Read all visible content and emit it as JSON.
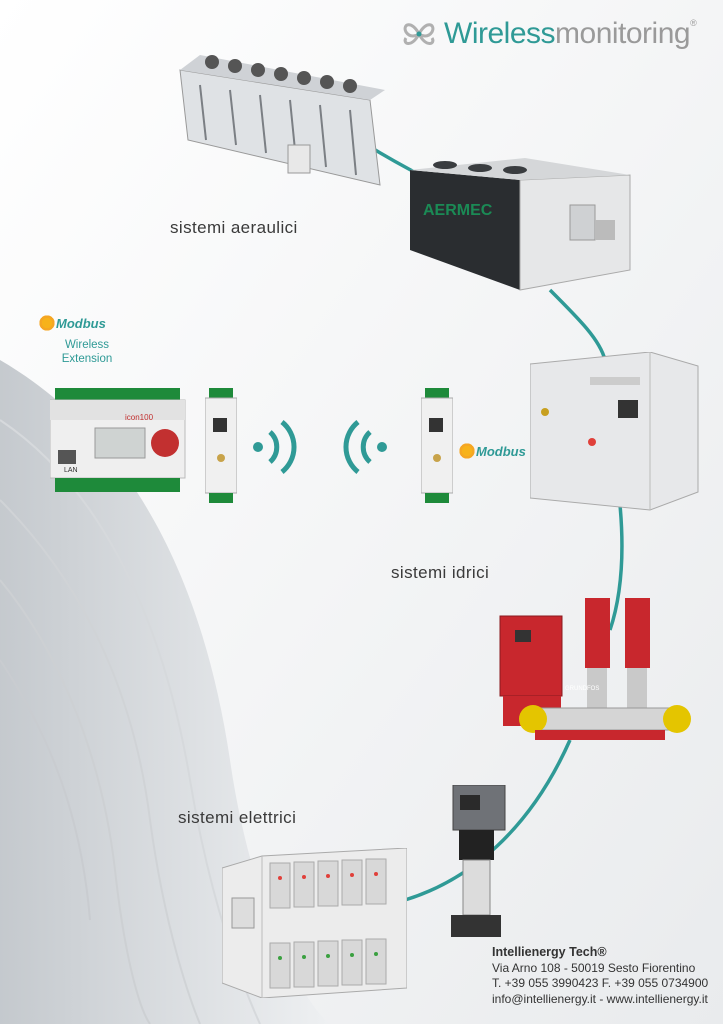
{
  "brand": {
    "word1": "Wireless",
    "word2": "monitoring",
    "reg": "®"
  },
  "captions": {
    "aeraulici": "sistemi aeraulici",
    "idrici": "sistemi idrici",
    "elettrici": "sistemi elettrici"
  },
  "modbus_extension": {
    "logo": "Modbus",
    "line1": "Wireless",
    "line2": "Extension"
  },
  "modbus_right": {
    "logo": "Modbus"
  },
  "device": {
    "brand": "icon100",
    "lan_label": "LAN"
  },
  "products": {
    "chiller_brand": "AERMEC",
    "pump_brand": "GRUNDFOS"
  },
  "company": {
    "name": "Intellienergy Tech®",
    "address": "Via Arno 108 - 50019 Sesto Fiorentino",
    "phone": "T. +39 055 3990423 F. +39 055 0734900",
    "contact": "info@intellienergy.it - www.intellienergy.it"
  },
  "colors": {
    "accent": "#2f9a96",
    "grey": "#9a9a9a",
    "pump_red": "#c8272d"
  }
}
